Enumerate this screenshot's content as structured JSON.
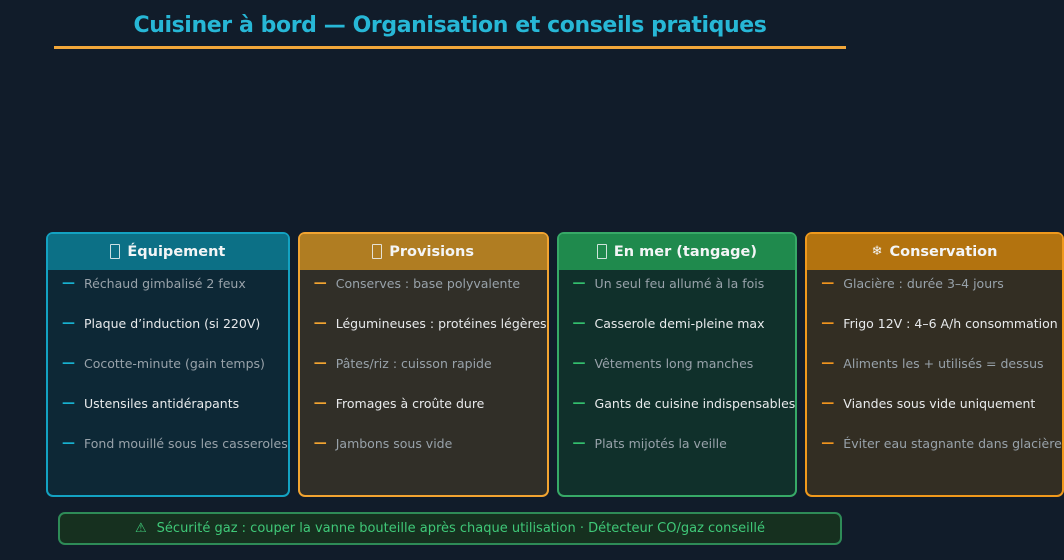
{
  "ui": {
    "bullet": "—"
  },
  "page": {
    "title": "Cuisiner à bord — Organisation et conseils pratiques",
    "colors": {
      "background": "#111c2a",
      "title": "#27b7d6",
      "underline": "#f2a73a"
    }
  },
  "cards": [
    {
      "title": "Équipement",
      "icon_name": "missing-glyph-box-icon",
      "colors": {
        "header": "#0c7086",
        "border": "#13a2c2",
        "body": "#0d2836",
        "accent": "#17b1cf"
      },
      "items": [
        "Réchaud gimbalisé 2 feux",
        "Plaque d’induction (si 220V)",
        "Cocotte-minute (gain temps)",
        "Ustensiles antidérapants",
        "Fond mouillé sous les casseroles"
      ]
    },
    {
      "title": "Provisions",
      "icon_name": "missing-glyph-box-icon",
      "colors": {
        "header": "#b07d22",
        "border": "#f2a431",
        "body": "#312f28",
        "accent": "#f2a431"
      },
      "items": [
        "Conserves : base polyvalente",
        "Légumineuses : protéines légères",
        "Pâtes/riz : cuisson rapide",
        "Fromages à croûte dure",
        "Jambons sous vide"
      ]
    },
    {
      "title": "En mer (tangage)",
      "icon_name": "missing-glyph-box-icon",
      "colors": {
        "header": "#1f8a4d",
        "border": "#37a967",
        "body": "#10302b",
        "accent": "#33bf6e"
      },
      "items": [
        "Un seul feu allumé à la fois",
        "Casserole demi-pleine max",
        "Vêtements long manches",
        "Gants de cuisine indispensables",
        "Plats mijotés la veille"
      ]
    },
    {
      "title": "Conservation",
      "icon_name": "snowflake-icon",
      "icon_char": "❄",
      "colors": {
        "header": "#b3730f",
        "border": "#f0991c",
        "body": "#332e23",
        "accent": "#f0941e"
      },
      "items": [
        "Glacière : durée 3–4 jours",
        "Frigo 12V : 4–6 A/h consommation",
        "Aliments les + utilisés = dessus",
        "Viandes sous vide uniquement",
        "Éviter eau stagnante dans glacière"
      ]
    }
  ],
  "banner": {
    "icon_char": "⚠",
    "text": "Sécurité gaz : couper la vanne bouteille après chaque utilisation · Détecteur CO/gaz conseillé",
    "colors": {
      "background": "#16301f",
      "border": "#2e8b57",
      "text": "#3fc878"
    }
  }
}
